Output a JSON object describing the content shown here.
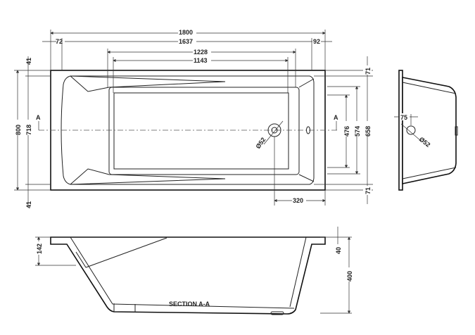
{
  "plan_view": {
    "overall_length": "1800",
    "left_rim": "72",
    "inner_length": "1637",
    "right_rim": "92",
    "basin_length_top": "1228",
    "basin_length_bottom": "1143",
    "overall_width": "800",
    "inner_width": "718",
    "rim_top_left": "41",
    "rim_bottom_left": "41",
    "rim_top_right": "71",
    "rim_bottom_right": "71",
    "width_658": "658",
    "width_574": "574",
    "width_476": "476",
    "waste_offset": "320",
    "waste_diameter": "Ø52",
    "section_mark_left": "A",
    "section_mark_right": "A"
  },
  "end_view": {
    "overflow_offset": "75",
    "overflow_diameter": "Ø52"
  },
  "section_view": {
    "title": "SECTION A-A",
    "rim_depth": "142",
    "flange_height": "40",
    "overall_height": "400"
  }
}
